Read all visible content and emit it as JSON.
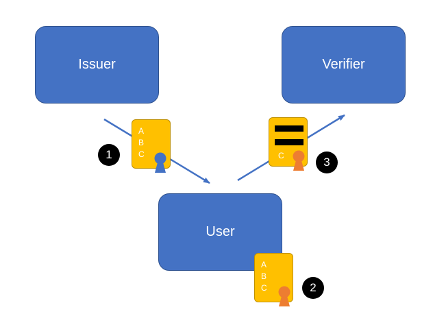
{
  "nodes": {
    "issuer": "Issuer",
    "verifier": "Verifier",
    "user": "User"
  },
  "cards": {
    "issued": {
      "letters": [
        "A",
        "B",
        "C"
      ],
      "seal_color": "#4472c4"
    },
    "held": {
      "letters": [
        "A",
        "B",
        "C"
      ],
      "seal_color": "#ed7d31"
    },
    "presented": {
      "letters": [
        "C"
      ],
      "seal_color": "#ed7d31"
    }
  },
  "steps": [
    "1",
    "2",
    "3"
  ],
  "colors": {
    "node_fill": "#4472c4",
    "card_fill": "#ffc000",
    "arrow": "#4472c4",
    "issuer_seal": "#4472c4",
    "user_seal": "#ed7d31"
  }
}
